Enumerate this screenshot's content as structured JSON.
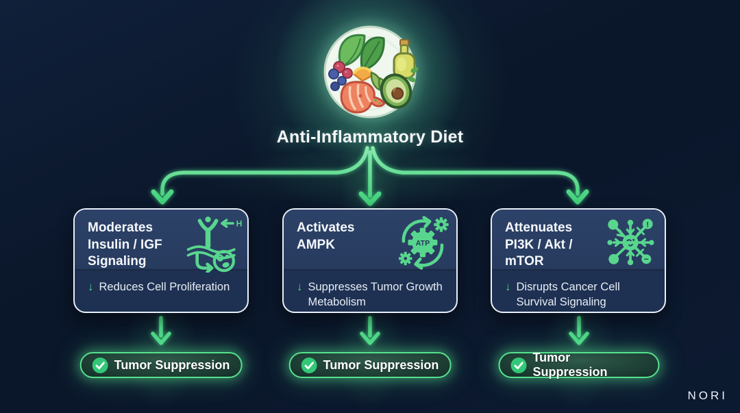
{
  "title": "Anti-Inflammatory Diet",
  "brand": "NORI",
  "glyphs": {
    "down_arrow": "↓"
  },
  "icons": {
    "atp_label": "ATP",
    "hormone_label": "H",
    "alert_label": "!",
    "minus_label": "−"
  },
  "colors": {
    "background": "#0c1a31",
    "accent_green": "#57e28f",
    "icon_green": "#58d68e",
    "box_border": "#e9eff7",
    "box_header": "#2d4268",
    "box_body": "#1e3152",
    "check_green": "#33c778"
  },
  "columns": [
    {
      "title_lines": [
        "Moderates",
        "Insulin / IGF",
        "Signaling"
      ],
      "icon": "insulin-igf-receptor-icon",
      "effect": "Reduces Cell Proliferation",
      "outcome": "Tumor Suppression"
    },
    {
      "title_lines": [
        "Activates",
        "AMPK",
        ""
      ],
      "icon": "ampk-atp-gears-icon",
      "effect": "Suppresses Tumor Growth Metabolism",
      "outcome": "Tumor Suppression"
    },
    {
      "title_lines": [
        "Attenuates",
        "PI3K / Akt /",
        "mTOR"
      ],
      "icon": "pi3k-akt-mtor-network-icon",
      "effect": "Disrupts Cancer Cell Survival Signaling",
      "outcome": "Tumor Suppression"
    }
  ]
}
